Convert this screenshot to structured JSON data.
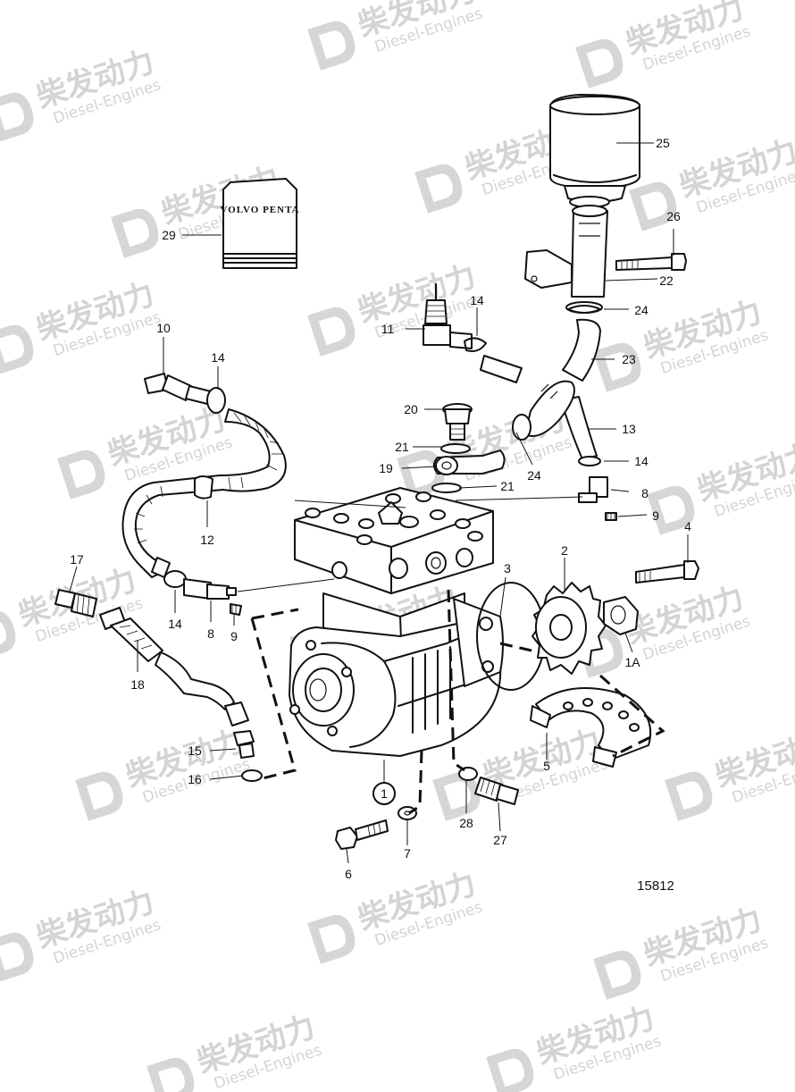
{
  "drawing_number": "15812",
  "book_label": "VOLVO PENTA",
  "group_marker": "1",
  "watermark": {
    "brand_cn": "柴发动力",
    "brand_en": "Diesel-Engines"
  },
  "part_numbers": {
    "p1A": "1A",
    "p2": "2",
    "p3": "3",
    "p4": "4",
    "p5": "5",
    "p6": "6",
    "p7": "7",
    "p8a": "8",
    "p8b": "8",
    "p9a": "9",
    "p9b": "9",
    "p10": "10",
    "p11": "11",
    "p12": "12",
    "p13": "13",
    "p14a": "14",
    "p14b": "14",
    "p14c": "14",
    "p14d": "14",
    "p15": "15",
    "p16": "16",
    "p17": "17",
    "p18": "18",
    "p19": "19",
    "p20": "20",
    "p21a": "21",
    "p21b": "21",
    "p22": "22",
    "p23": "23",
    "p24a": "24",
    "p24b": "24",
    "p25": "25",
    "p26": "26",
    "p27": "27",
    "p28": "28",
    "p29": "29"
  }
}
